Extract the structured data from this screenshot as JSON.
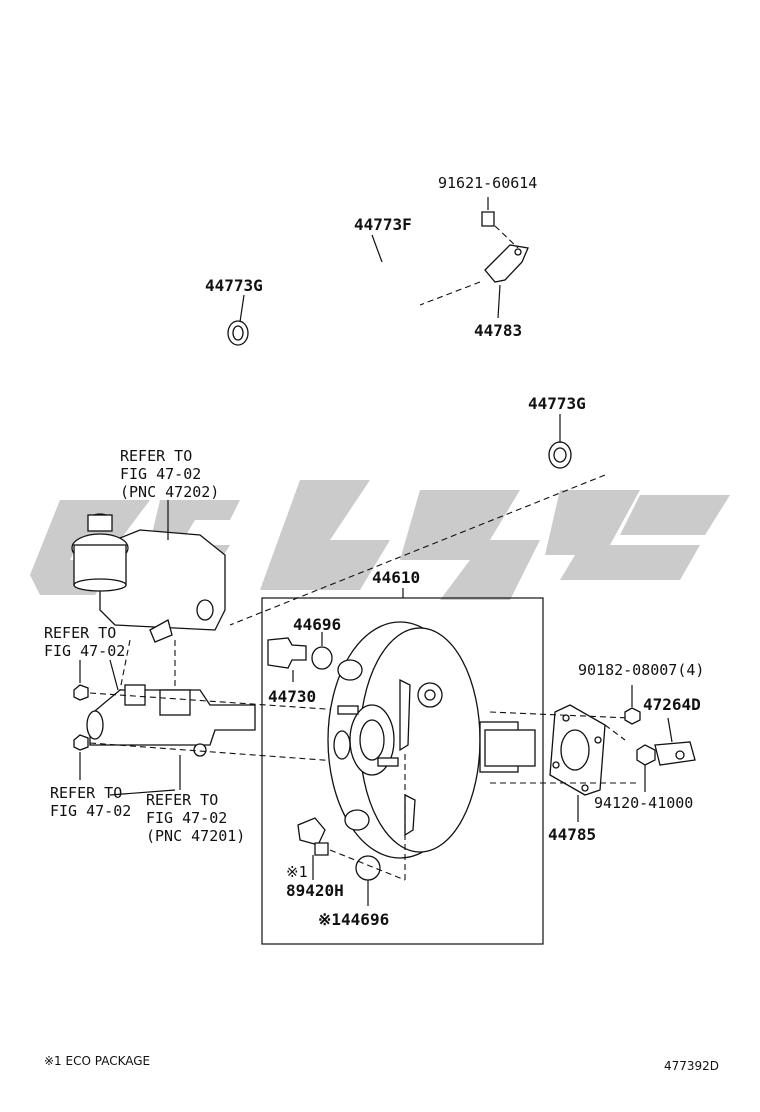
{
  "labels": {
    "p91621": "91621-60614",
    "p44773F": "44773F",
    "p44773G_top": "44773G",
    "p44783": "44783",
    "p44773G_right": "44773G",
    "p44610": "44610",
    "p44696": "44696",
    "p44730": "44730",
    "p90182": "90182-08007(4)",
    "p47264D": "47264D",
    "p94120": "94120-41000",
    "p44785": "44785",
    "p89420H": "89420H",
    "p89420H_mark": "※1",
    "p44696_eco": "※144696"
  },
  "refs": {
    "reservoir": [
      "REFER TO",
      "FIG 47-02",
      "(PNC 47202)"
    ],
    "left_top": [
      "REFER TO",
      "FIG 47-02"
    ],
    "left_bottom": [
      "REFER TO",
      "FIG 47-02"
    ],
    "master_cyl": [
      "REFER TO",
      "FIG 47-02",
      "(PNC 47201)"
    ]
  },
  "footer": {
    "note": "※1 ECO PACKAGE",
    "figure_id": "477392D"
  },
  "colors": {
    "ink": "#111111",
    "watermark": "#b9b9b9"
  }
}
